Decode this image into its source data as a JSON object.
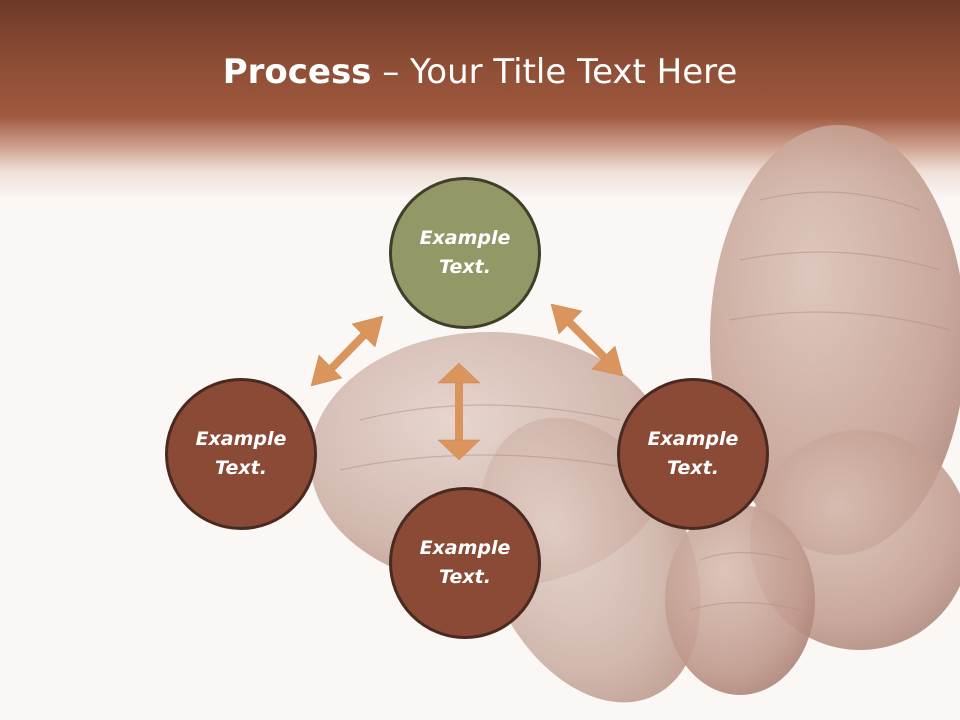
{
  "title": {
    "bold": "Process",
    "rest": " – Your Title Text Here"
  },
  "nodes": {
    "top": {
      "line1": "Example",
      "line2": "Text."
    },
    "left": {
      "line1": "Example",
      "line2": "Text."
    },
    "right": {
      "line1": "Example",
      "line2": "Text."
    },
    "bottom": {
      "line1": "Example",
      "line2": "Text."
    }
  },
  "colors": {
    "header": "#8c4c34",
    "node_brown": "#8a4a35",
    "node_olive": "#949866",
    "arrow": "#d9955c"
  }
}
